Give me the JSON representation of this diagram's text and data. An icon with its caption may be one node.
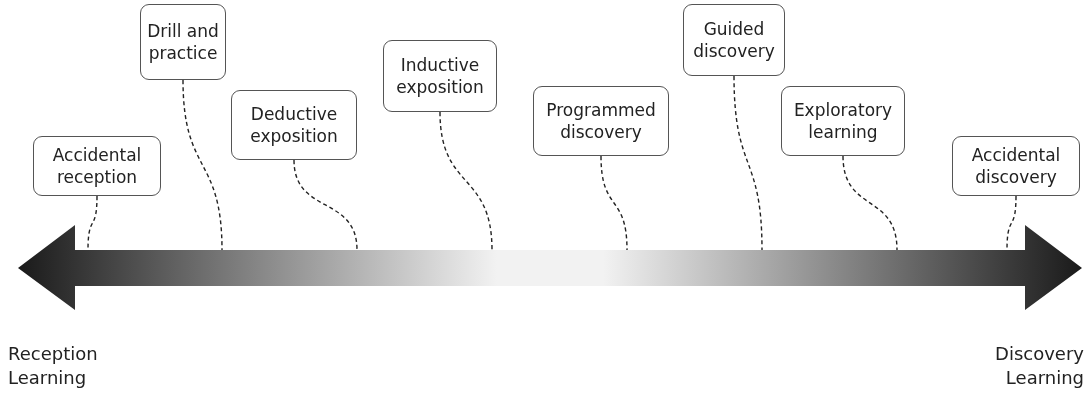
{
  "diagram": {
    "nodes": [
      {
        "text": [
          "Accidental reception"
        ]
      },
      {
        "text": [
          "Drill and practice"
        ]
      },
      {
        "text": [
          "Deductive exposition"
        ]
      },
      {
        "text": [
          "Inductive exposition"
        ]
      },
      {
        "text": [
          "Programmed discovery"
        ]
      },
      {
        "text": [
          "Guided discovery"
        ]
      },
      {
        "text": [
          "Exploratory learning"
        ]
      },
      {
        "text": [
          "Accidental discovery"
        ]
      },
      {
        "text": [],
        "shape": "arrow"
      }
    ],
    "edges": [
      {
        "from": 0,
        "to": 8,
        "arrow": "none",
        "style": "dashed"
      },
      {
        "from": 1,
        "to": 8,
        "arrow": "none",
        "style": "dashed"
      },
      {
        "from": 2,
        "to": 8,
        "arrow": "none",
        "style": "dashed"
      },
      {
        "from": 3,
        "to": 8,
        "arrow": "none",
        "style": "dashed"
      },
      {
        "from": 4,
        "to": 8,
        "arrow": "none",
        "style": "dashed"
      },
      {
        "from": 5,
        "to": 8,
        "arrow": "none",
        "style": "dashed"
      },
      {
        "from": 6,
        "to": 8,
        "arrow": "none",
        "style": "dashed"
      },
      {
        "from": 7,
        "to": 8,
        "arrow": "none",
        "style": "dashed"
      }
    ],
    "labels": [
      "Reception Learning",
      "Discovery Learning"
    ]
  }
}
